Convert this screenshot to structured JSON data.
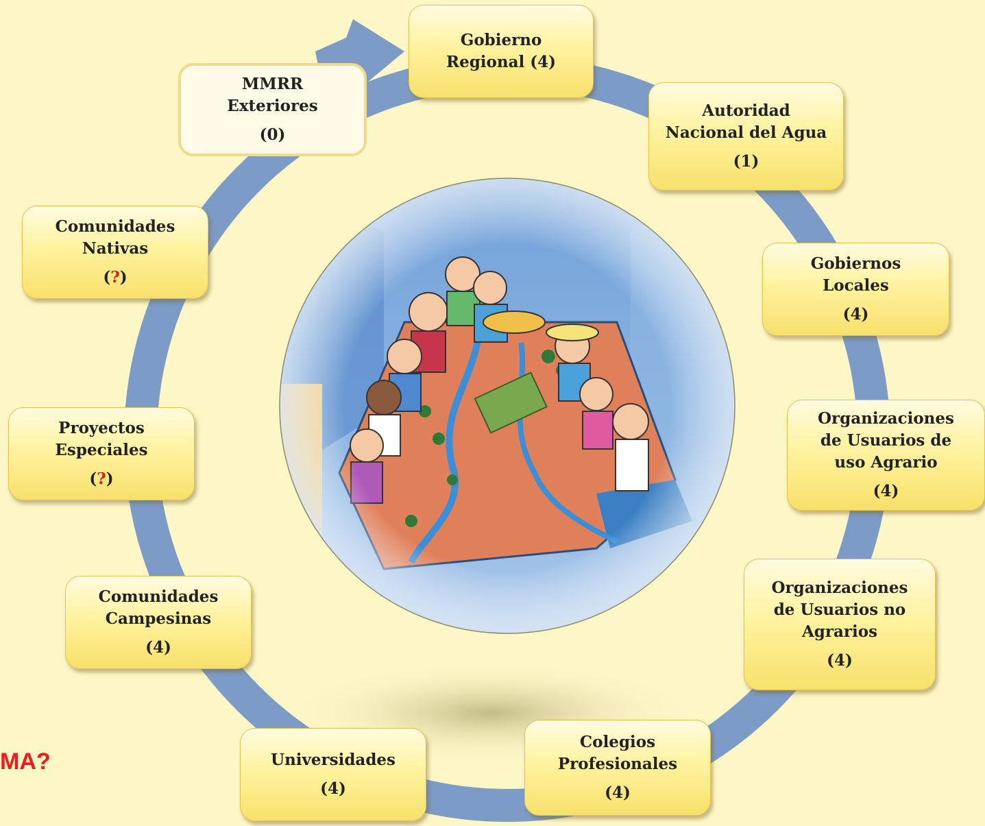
{
  "colors": {
    "background": "#fdf6c6",
    "ring": "#7c9bc7",
    "box_fill": "#fff3a0",
    "box_border": "#e2c44a",
    "question_mark": "#e01a1a",
    "footer_text": "#ee1c1c"
  },
  "nodes": [
    {
      "title": [
        "Gobierno",
        "Regional (4)"
      ],
      "count": "",
      "style": "filled"
    },
    {
      "title": [
        "Autoridad",
        "Nacional del Agua"
      ],
      "count": "(1)",
      "style": "filled"
    },
    {
      "title": [
        "Gobiernos",
        "Locales"
      ],
      "count": "(4)",
      "style": "filled"
    },
    {
      "title": [
        "Organizaciones",
        "de Usuarios  de",
        "uso Agrario"
      ],
      "count": "(4)",
      "style": "filled"
    },
    {
      "title": [
        "Organizaciones",
        "de Usuarios  no",
        "Agrarios"
      ],
      "count": "(4)",
      "style": "filled"
    },
    {
      "title": [
        "Colegios",
        "Profesionales"
      ],
      "count": "(4)",
      "style": "filled"
    },
    {
      "title": [
        "Universidades"
      ],
      "count": "(4)",
      "style": "filled"
    },
    {
      "title": [
        "Comunidades",
        "Campesinas"
      ],
      "count": "(4)",
      "style": "filled"
    },
    {
      "title": [
        "Proyectos",
        "Especiales"
      ],
      "count_parts": [
        "(",
        "?",
        ")"
      ],
      "style": "filled"
    },
    {
      "title": [
        "Comunidades",
        "Nativas"
      ],
      "count_parts": [
        "(",
        "?",
        ")"
      ],
      "style": "filled"
    },
    {
      "title": [
        "MMRR",
        "Exteriores"
      ],
      "count": "(0)",
      "style": "outline"
    }
  ],
  "center_image": {
    "icon": "participatory-watershed-mapping-illustration"
  },
  "footer": {
    "text": "MA?"
  }
}
